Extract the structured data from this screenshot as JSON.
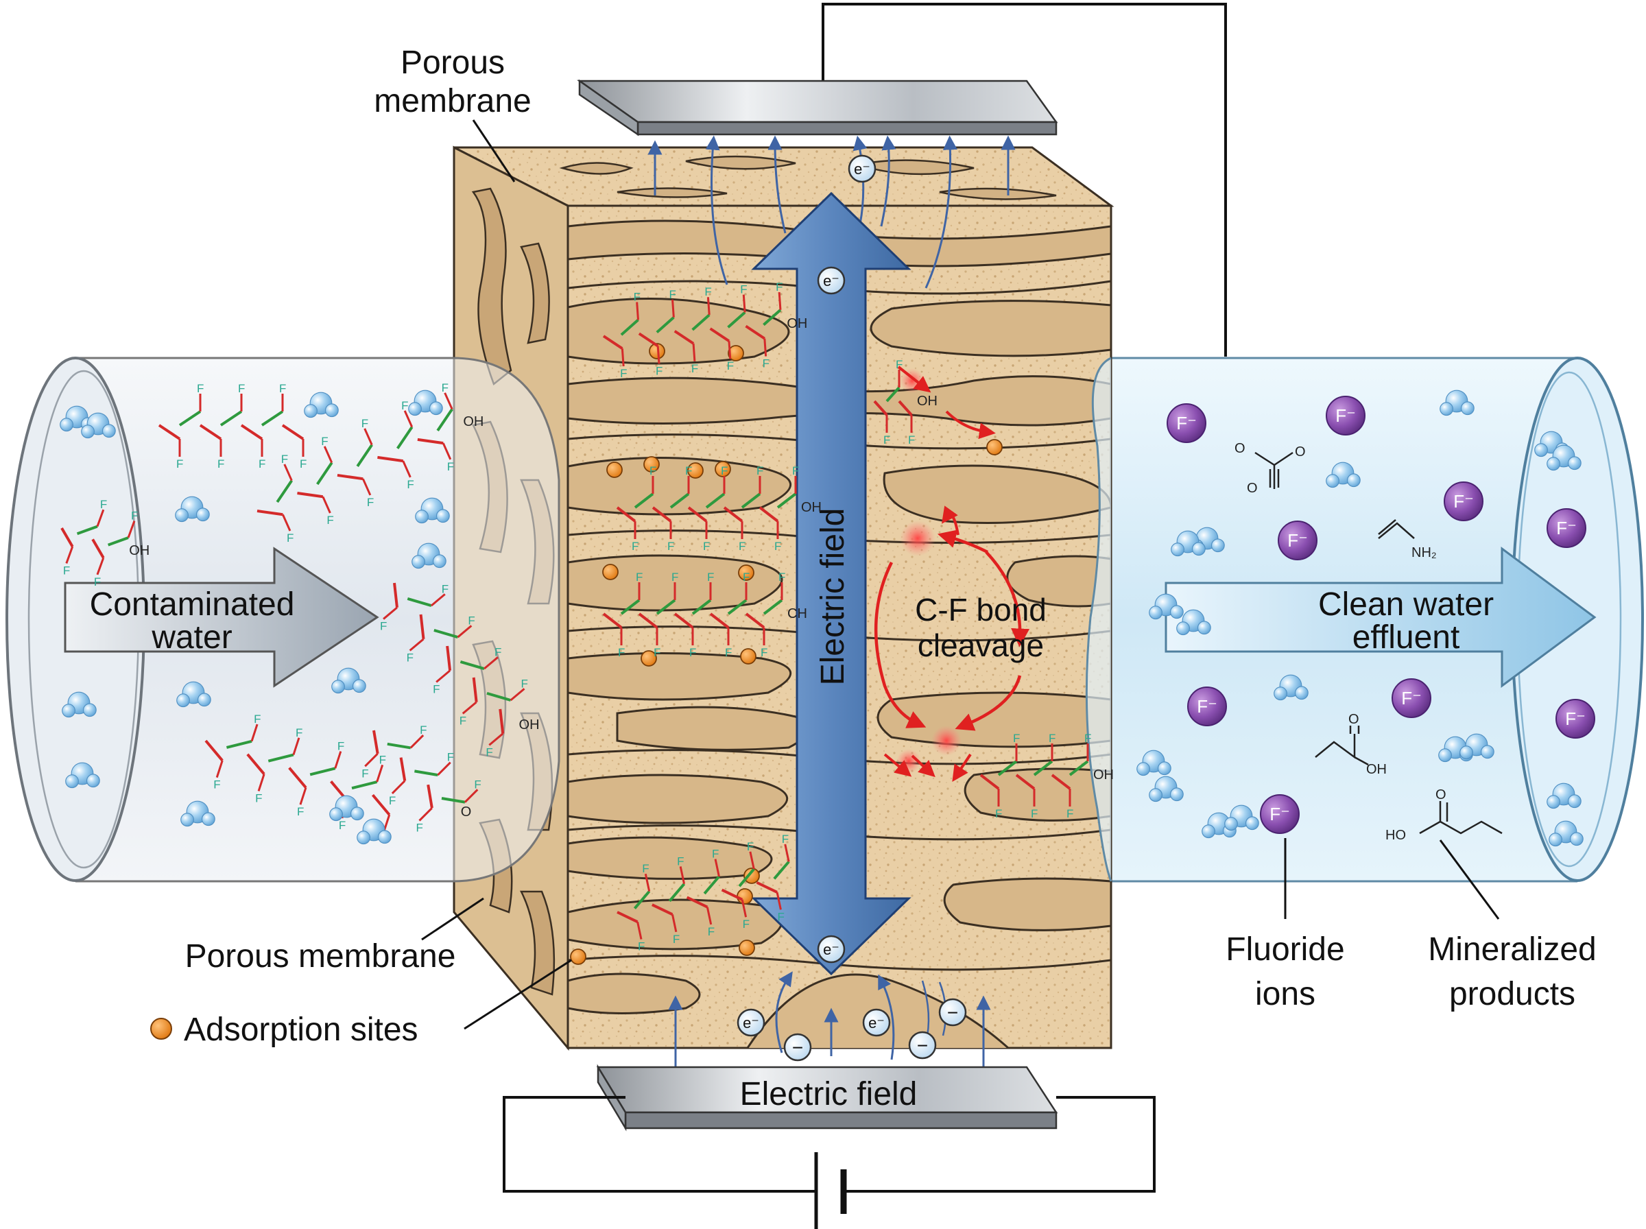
{
  "labels": {
    "porous_membrane_top_line1": "Porous",
    "porous_membrane_top_line2": "membrane",
    "contaminated_line1": "Contaminated",
    "contaminated_line2": "water",
    "clean_line1": "Clean water",
    "clean_line2": "effluent",
    "electric_field_vertical": "Electric field",
    "electric_field_bottom": "Electric field",
    "cf_line1": "C-F bond",
    "cf_line2": "cleavage",
    "porous_membrane_bottom": "Porous membrane",
    "adsorption_sites": "Adsorption sites",
    "fluoride_line1": "Fluoride",
    "fluoride_line2": "ions",
    "mineralized_line1": "Mineralized",
    "mineralized_line2": "products"
  },
  "symbols": {
    "electron": "e⁻",
    "fluoride_ion": "F⁻",
    "negative_charge": "−",
    "fluorine": "F",
    "oh": "OH",
    "nh2": "NH₂",
    "ho": "HO",
    "o": "O",
    "ch": "CH"
  },
  "colors": {
    "membrane_fill": "#e9cfa6",
    "membrane_pore": "#d2b285",
    "membrane_stroke": "#3b2f22",
    "field_arrow": "#5b86be",
    "flow_arrow_left": "#a9b3be",
    "flow_arrow_right": "#9fcbe6",
    "pipe_left": "#dfe5ec",
    "pipe_right": "#cfe8f6",
    "water_molecule": "#8ec4ea",
    "fluoride_ion": "#8a4fb0",
    "adsorption_site": "#f08c2a",
    "cf_bond": "#2e9a3e",
    "cleavage_arrow": "#e02020"
  },
  "icons": [
    "water-molecule-icon",
    "fluoride-ion-icon",
    "electron-icon",
    "adsorption-site-icon",
    "battery-icon"
  ]
}
